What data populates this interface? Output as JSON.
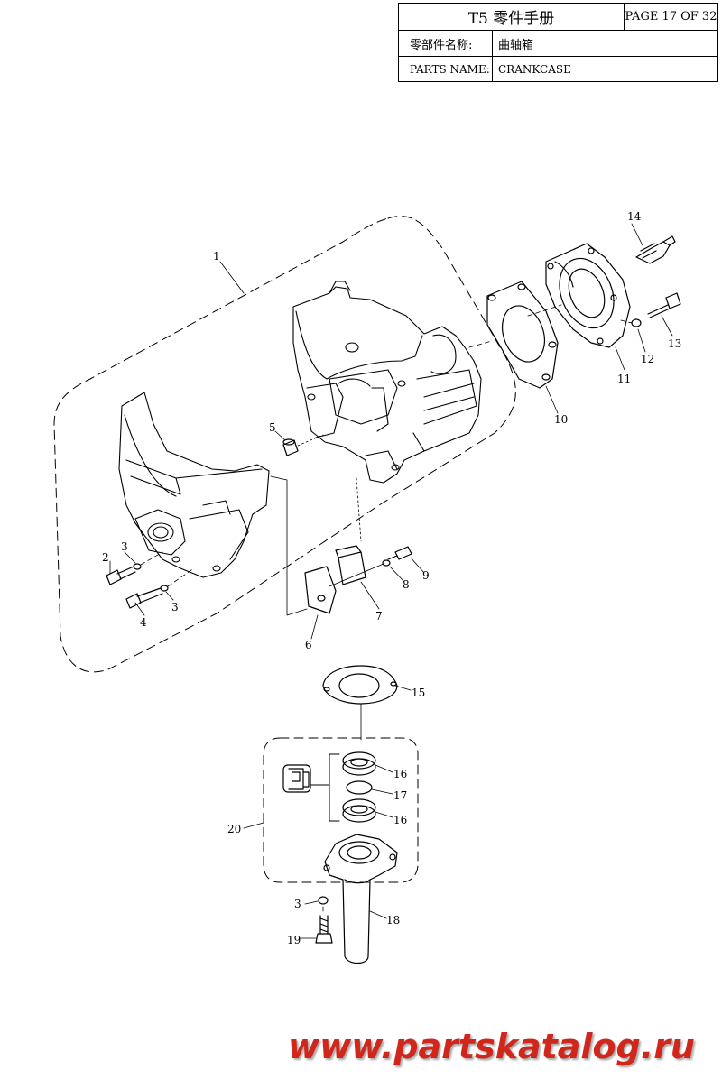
{
  "header": {
    "manual_title": "T5 零件手册",
    "page": "PAGE 17 OF 32",
    "cn_label": "零部件名称:",
    "cn_value": "曲轴箱",
    "en_label": "PARTS NAME:",
    "en_value": "CRANKCASE"
  },
  "callouts": {
    "c1": "1",
    "c2": "2",
    "c3a": "3",
    "c3b": "3",
    "c3c": "3",
    "c4": "4",
    "c5": "5",
    "c6": "6",
    "c7": "7",
    "c8": "8",
    "c9": "9",
    "c10": "10",
    "c11": "11",
    "c12": "12",
    "c13": "13",
    "c14": "14",
    "c15": "15",
    "c16a": "16",
    "c16b": "16",
    "c17": "17",
    "c18": "18",
    "c19": "19",
    "c20": "20"
  },
  "watermark": "www.partskatalog.ru",
  "colors": {
    "ink": "#000000",
    "watermark": "#d0261c"
  }
}
